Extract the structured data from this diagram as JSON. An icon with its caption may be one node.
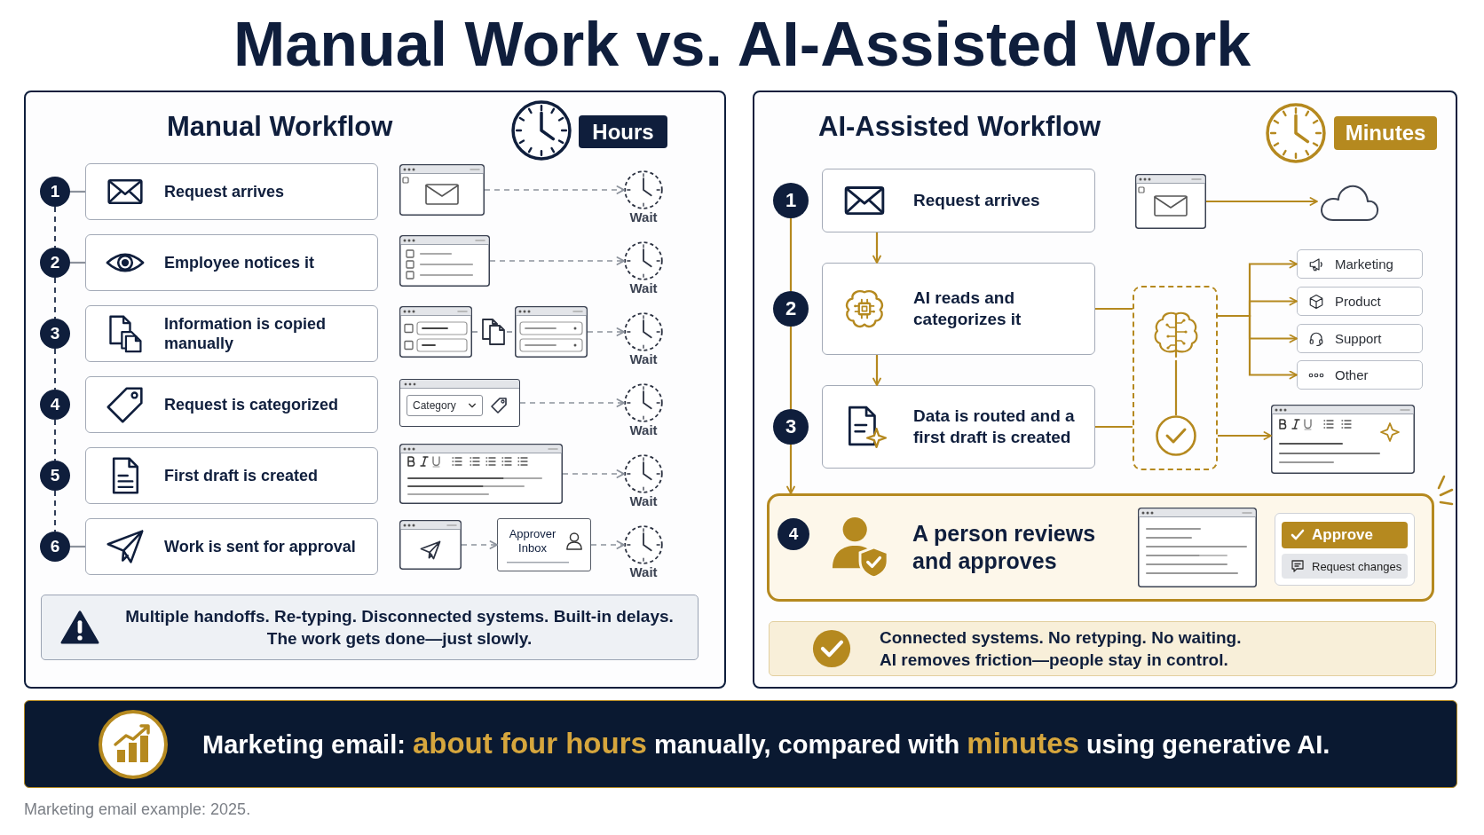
{
  "diagram": {
    "title": "Manual Work vs. AI-Assisted Work",
    "caption": "Marketing email example: 2025.",
    "nodes": [
      {
        "text": [
          "Manual Workflow"
        ]
      },
      {
        "text": [
          "Hours"
        ],
        "in": 0
      },
      {
        "text": [
          "1"
        ],
        "in": 0
      },
      {
        "text": [
          "Request arrives"
        ],
        "in": 0
      },
      {
        "text": [],
        "shape": "picture",
        "in": 0
      },
      {
        "text": [
          "Wait"
        ],
        "in": 0
      },
      {
        "text": [
          "2"
        ],
        "in": 0
      },
      {
        "text": [
          "Employee notices it"
        ],
        "in": 0
      },
      {
        "text": [],
        "shape": "picture",
        "in": 0
      },
      {
        "text": [
          "Wait"
        ],
        "in": 0
      },
      {
        "text": [
          "3"
        ],
        "in": 0
      },
      {
        "text": [
          "Information is copied manually"
        ],
        "in": 0
      },
      {
        "text": [],
        "shape": "picture",
        "in": 0
      },
      {
        "text": [],
        "shape": "picture",
        "in": 0
      },
      {
        "text": [],
        "shape": "picture",
        "in": 0
      },
      {
        "text": [
          "Wait"
        ],
        "in": 0
      },
      {
        "text": [
          "4"
        ],
        "in": 0
      },
      {
        "text": [
          "Request is categorized"
        ],
        "in": 0
      },
      {
        "text": [
          "Category"
        ],
        "in": 0
      },
      {
        "text": [
          "Wait"
        ],
        "in": 0
      },
      {
        "text": [
          "5"
        ],
        "in": 0
      },
      {
        "text": [
          "First draft is created"
        ],
        "in": 0
      },
      {
        "text": [],
        "shape": "picture",
        "in": 0
      },
      {
        "text": [
          "Wait"
        ],
        "in": 0
      },
      {
        "text": [
          "6"
        ],
        "in": 0
      },
      {
        "text": [
          "Work is sent for approval"
        ],
        "in": 0
      },
      {
        "text": [],
        "shape": "picture",
        "in": 0
      },
      {
        "text": [
          "Approver Inbox"
        ],
        "in": 0
      },
      {
        "text": [
          "Wait"
        ],
        "in": 0
      },
      {
        "text": [
          "Multiple handoffs. Re-typing. Disconnected systems. Built-in delays. The work gets done—just slowly."
        ],
        "in": 0
      },
      {
        "text": [
          "AI-Assisted Workflow"
        ]
      },
      {
        "text": [
          "Minutes"
        ],
        "in": 30
      },
      {
        "text": [
          "1"
        ],
        "in": 30
      },
      {
        "text": [
          "Request arrives"
        ],
        "in": 30
      },
      {
        "text": [],
        "shape": "picture",
        "in": 30
      },
      {
        "text": [],
        "shape": "cloud",
        "in": 30
      },
      {
        "text": [
          "2"
        ],
        "in": 30
      },
      {
        "text": [
          "AI reads and categorizes it"
        ],
        "in": 30
      },
      {
        "text": [],
        "shape": "box",
        "in": 30
      },
      {
        "text": [],
        "shape": "picture",
        "in": 38
      },
      {
        "text": [
          "Marketing"
        ],
        "in": 30
      },
      {
        "text": [
          "Product"
        ],
        "in": 30
      },
      {
        "text": [
          "Support"
        ],
        "in": 30
      },
      {
        "text": [
          "Other"
        ],
        "in": 30
      },
      {
        "text": [
          "3"
        ],
        "in": 30
      },
      {
        "text": [
          "Data is routed and a first draft is created"
        ],
        "in": 30
      },
      {
        "text": [],
        "shape": "circle",
        "in": 38
      },
      {
        "text": [],
        "shape": "picture",
        "in": 30
      },
      {
        "text": [
          "A person reviews and approves"
        ],
        "in": 30
      },
      {
        "text": [
          "4"
        ],
        "in": 48
      },
      {
        "text": [
          "Approve"
        ],
        "in": 48
      },
      {
        "text": [
          "Request changes"
        ],
        "in": 48
      },
      {
        "text": [
          "Connected systems. No retyping. No waiting. AI removes friction—people stay in control."
        ],
        "in": 30
      },
      {
        "text": [
          "Marketing email: **about four hours** manually, compared with **minutes** using generative AI."
        ]
      }
    ],
    "edges": [
      {
        "from": 2,
        "to": 6,
        "arrow": "none",
        "style": "dashed",
        "color": "#0f1e3c"
      },
      {
        "from": 6,
        "to": 10,
        "arrow": "none",
        "style": "dashed",
        "color": "#0f1e3c"
      },
      {
        "from": 10,
        "to": 16,
        "arrow": "none",
        "style": "dashed",
        "color": "#0f1e3c"
      },
      {
        "from": 16,
        "to": 20,
        "arrow": "none",
        "style": "dashed",
        "color": "#0f1e3c"
      },
      {
        "from": 20,
        "to": 24,
        "arrow": "none",
        "style": "dashed",
        "color": "#0f1e3c"
      },
      {
        "from": 2,
        "to": 3,
        "arrow": "none",
        "color": "#8c929c"
      },
      {
        "from": 6,
        "to": 7,
        "arrow": "none",
        "color": "#8c929c"
      },
      {
        "from": 24,
        "to": 25,
        "arrow": "none",
        "color": "#8c929c"
      },
      {
        "from": 4,
        "to": 5,
        "arrow": "to",
        "style": "dashed",
        "color": "#8c929c"
      },
      {
        "from": 8,
        "to": 9,
        "arrow": "to",
        "style": "dashed",
        "color": "#8c929c"
      },
      {
        "from": 12,
        "to": 13,
        "arrow": "none",
        "style": "dashed",
        "color": "#8c929c"
      },
      {
        "from": 13,
        "to": 14,
        "arrow": "none",
        "style": "dashed",
        "color": "#8c929c"
      },
      {
        "from": 14,
        "to": 15,
        "arrow": "to",
        "style": "dashed",
        "color": "#8c929c"
      },
      {
        "from": 18,
        "to": 19,
        "arrow": "to",
        "style": "dashed",
        "color": "#8c929c"
      },
      {
        "from": 22,
        "to": 23,
        "arrow": "to",
        "style": "dashed",
        "color": "#8c929c"
      },
      {
        "from": 26,
        "to": 27,
        "arrow": "to",
        "style": "dashed",
        "color": "#8c929c"
      },
      {
        "from": 27,
        "to": 28,
        "arrow": "to",
        "style": "dashed",
        "color": "#8c929c"
      },
      {
        "from": 32,
        "to": 36,
        "arrow": "none"
      },
      {
        "from": 36,
        "to": 44,
        "arrow": "none"
      },
      {
        "from": 44,
        "to": 48,
        "arrow": "to"
      },
      {
        "from": 33,
        "to": 37,
        "arrow": "to"
      },
      {
        "from": 37,
        "to": 45,
        "arrow": "to"
      },
      {
        "from": 34,
        "to": 35,
        "arrow": "to"
      },
      {
        "from": 37,
        "to": 38,
        "arrow": "none"
      },
      {
        "from": 38,
        "to": 40,
        "arrow": "to"
      },
      {
        "from": 38,
        "to": 41,
        "arrow": "to"
      },
      {
        "from": 38,
        "to": 42,
        "arrow": "to"
      },
      {
        "from": 38,
        "to": 43,
        "arrow": "to"
      },
      {
        "from": 39,
        "to": 46,
        "arrow": "none"
      },
      {
        "from": 45,
        "to": 38,
        "arrow": "none"
      },
      {
        "from": 38,
        "to": 47,
        "arrow": "to"
      }
    ]
  }
}
